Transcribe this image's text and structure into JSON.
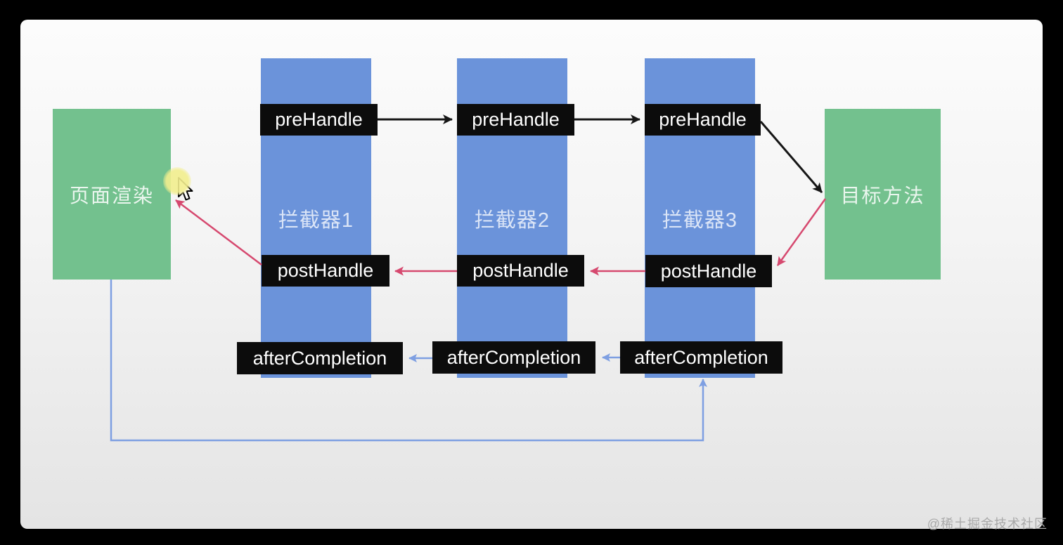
{
  "diagram": {
    "left_node": {
      "label": "页面渲染"
    },
    "right_node": {
      "label": "目标方法"
    },
    "interceptors": [
      {
        "name": "拦截器1",
        "pre_handle": "preHandle",
        "post_handle": "postHandle",
        "after_completion": "afterCompletion"
      },
      {
        "name": "拦截器2",
        "pre_handle": "preHandle",
        "post_handle": "postHandle",
        "after_completion": "afterCompletion"
      },
      {
        "name": "拦截器3",
        "pre_handle": "preHandle",
        "post_handle": "postHandle",
        "after_completion": "afterCompletion"
      }
    ],
    "colors": {
      "interceptor_column": "#6b93da",
      "terminal_node": "#73c18e",
      "label_box": "#0c0c0c",
      "forward_arrow": "#161616",
      "posthandle_arrow": "#d6496f",
      "aftercompletion_arrow": "#7e9fe2"
    }
  },
  "watermark": {
    "text": "@稀土掘金技术社区"
  }
}
